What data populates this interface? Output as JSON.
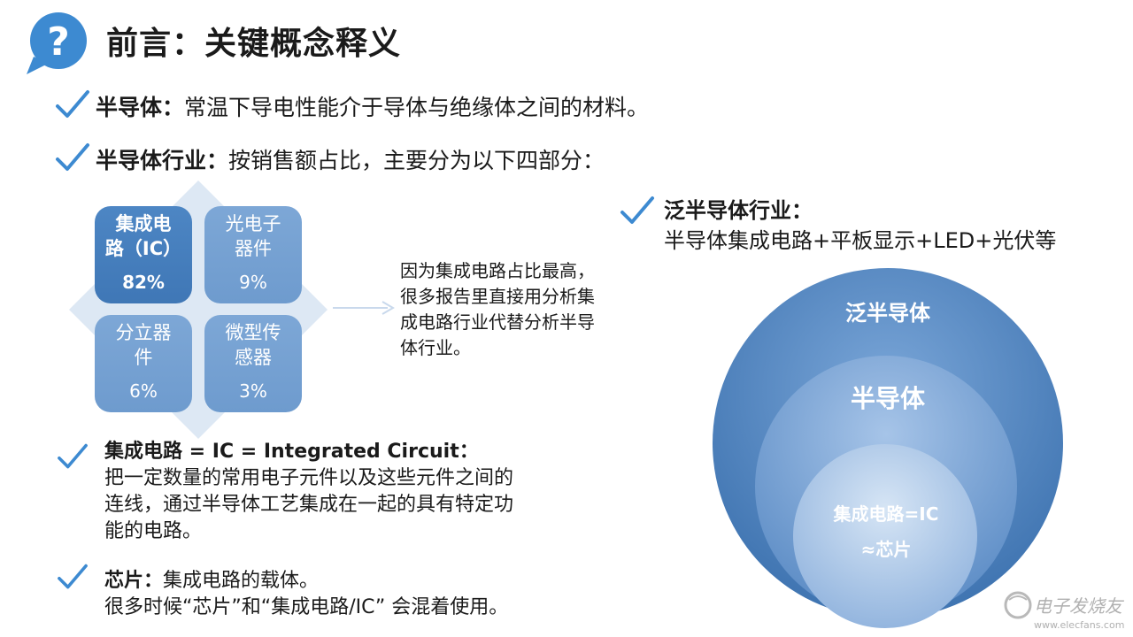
{
  "header": {
    "title": "前言：关键概念释义",
    "icon": "question-mark-bubble-icon",
    "accent_color": "#3d8ad1"
  },
  "bullets": {
    "semiconductor": {
      "term": "半导体：",
      "desc": "常温下导电性能介于导体与绝缘体之间的材料。"
    },
    "industry": {
      "term": "半导体行业：",
      "desc": "按销售额占比，主要分为以下四部分："
    },
    "pan_industry": {
      "term": "泛半导体行业：",
      "desc": "半导体集成电路+平板显示+LED+光伏等"
    }
  },
  "quad": {
    "cells": [
      {
        "line1": "集成电",
        "line2": "路（IC）",
        "pct": "82%"
      },
      {
        "line1": "光电子",
        "line2": "器件",
        "pct": "9%"
      },
      {
        "line1": "分立器",
        "line2": "件",
        "pct": "6%"
      },
      {
        "line1": "微型传",
        "line2": "感器",
        "pct": "3%"
      }
    ],
    "note": "因为集成电路占比最高，很多报告里直接用分析集成电路行业代替分析半导体行业。"
  },
  "ic_def": {
    "term": "集成电路 = IC = Integrated Circuit：",
    "desc_l1": "把一定数量的常用电子元件以及这些元件之间的",
    "desc_l2": "连线，通过半导体工艺集成在一起的具有特定功",
    "desc_l3": "能的电路。"
  },
  "chip_def": {
    "term": "芯片：",
    "desc_l1": "集成电路的载体。",
    "desc_l2": "很多时候“芯片”和“集成电路/IC” 会混着使用。"
  },
  "venn": {
    "outer": "泛半导体",
    "middle": "半导体",
    "inner_l1": "集成电路=IC",
    "inner_l2": "≈芯片",
    "outer_color": "#3f74b1",
    "middle_color": "#6d9bd0",
    "inner_color": "#a9c5e6"
  },
  "watermark": {
    "text": "电子发烧友",
    "url": "www.elecfans.com"
  }
}
